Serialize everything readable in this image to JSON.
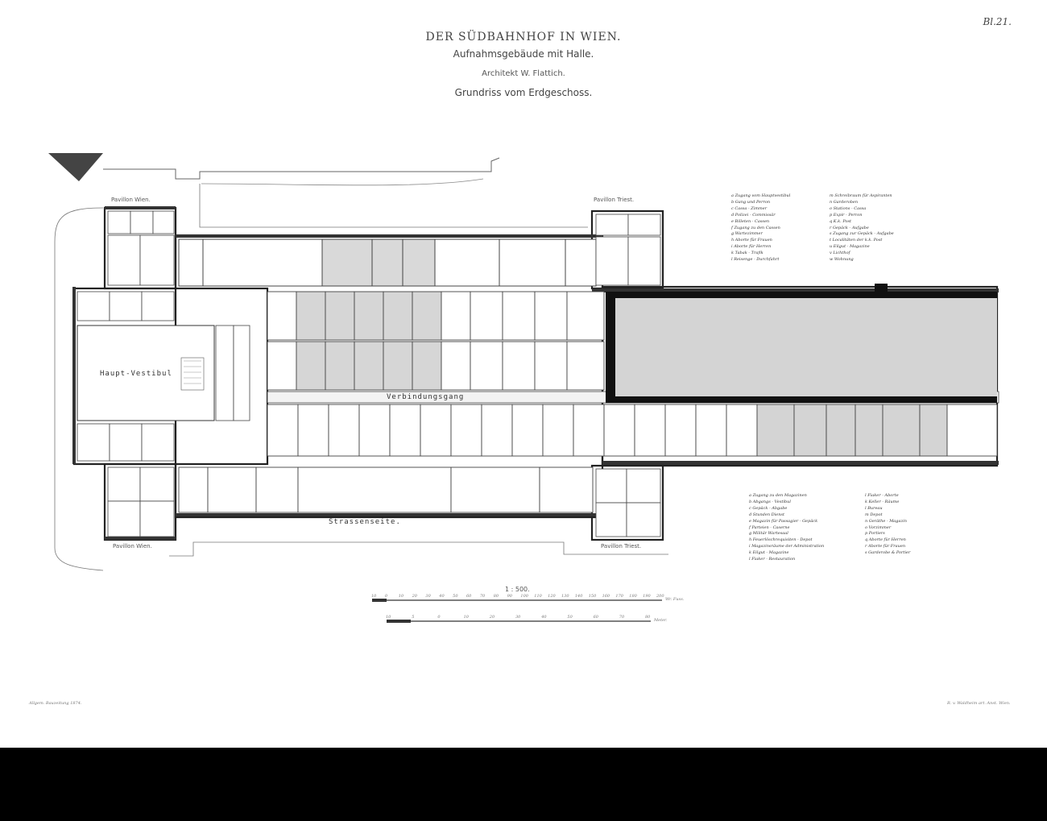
{
  "sheet": {
    "number": "Bl.21.",
    "title": "DER SÜDBAHNHOF IN WIEN.",
    "subtitle": "Aufnahmsgebäude mit Halle.",
    "architect": "Architekt W. Flattich.",
    "plan_name": "Grundriss vom Erdgeschoss."
  },
  "labels": {
    "pavilion_wien_top": "Pavillon Wien.",
    "pavilion_triest_top": "Pavillon Triest.",
    "pavilion_wien_bottom": "Pavillon Wien.",
    "pavilion_triest_bottom": "Pavillon Triest.",
    "haupt_vestibul": "Haupt-Vestibul",
    "verbindungsgang": "Verbindungsgang",
    "strassenseite": "Strassenseite."
  },
  "legend_top_left": [
    "a  Zugang vom Hauptvestibul",
    "b  Gang und Perron",
    "c  Cassa - Zimmer",
    "d  Polizei - Commissär",
    "e  Billeten - Cassen",
    "f  Zugang zu den Cassen",
    "g  Wartezimmer",
    "h  Aborte für Frauen",
    "i  Aborte für Herren",
    "k  Tabak - Trafik",
    "l  Reisenge - Durchfahrt"
  ],
  "legend_top_right": [
    "m  Schreibraum für Aspiranten",
    "n  Garderoben",
    "o  Stations - Cassa",
    "p  Expir - Perron",
    "q  K.k. Post",
    "r  Gepäck - Aufgabe",
    "s  Zugang zur Gepäck - Aufgabe",
    "t  Localitäten der k.k. Post",
    "u  Eilgut - Magazine",
    "v  Lichthof",
    "w  Wohnung"
  ],
  "legend_bottom_left": [
    "a  Zugang zu den Magazinen",
    "b  Abgangs - Vestibul",
    "c  Gepäck - Abgabe",
    "d  Stunden Dienst",
    "e  Magazin für Passagier - Gepäck",
    "f  Parteien - Caserne",
    "g  Militär Wartesaal",
    "h  Feuerlöschrequisiten - Depot",
    "i  Magazinsräume der Administration",
    "k  Eilgut - Magazine",
    "l  Fiaker - Restauration"
  ],
  "legend_bottom_right": [
    "l  Fiaker - Aborte",
    "k  Keller - Räume",
    "l  Bureau",
    "m  Depot",
    "n  Geräthe - Magazin",
    "o  Vorzimmer",
    "p  Portiers",
    "q  Aborte für Herren",
    "r  Aborte für Frauen",
    "s  Garderobe & Portier"
  ],
  "scale": {
    "ratio": "1 : 500.",
    "feet_unit": "Wr. Fuss.",
    "meter_unit": "Meter.",
    "feet_ticks": [
      "10",
      "0",
      "10",
      "20",
      "30",
      "40",
      "50",
      "60",
      "70",
      "80",
      "90",
      "100",
      "110",
      "120",
      "130",
      "140",
      "150",
      "160",
      "170",
      "180",
      "190",
      "200"
    ],
    "meter_ticks": [
      "10",
      "5",
      "0",
      "10",
      "20",
      "30",
      "40",
      "50",
      "60",
      "70",
      "80"
    ]
  },
  "credits": {
    "left": "Allgem. Bauzeitung 1874.",
    "right": "R. v. Waldheim art. Anst. Wien."
  }
}
